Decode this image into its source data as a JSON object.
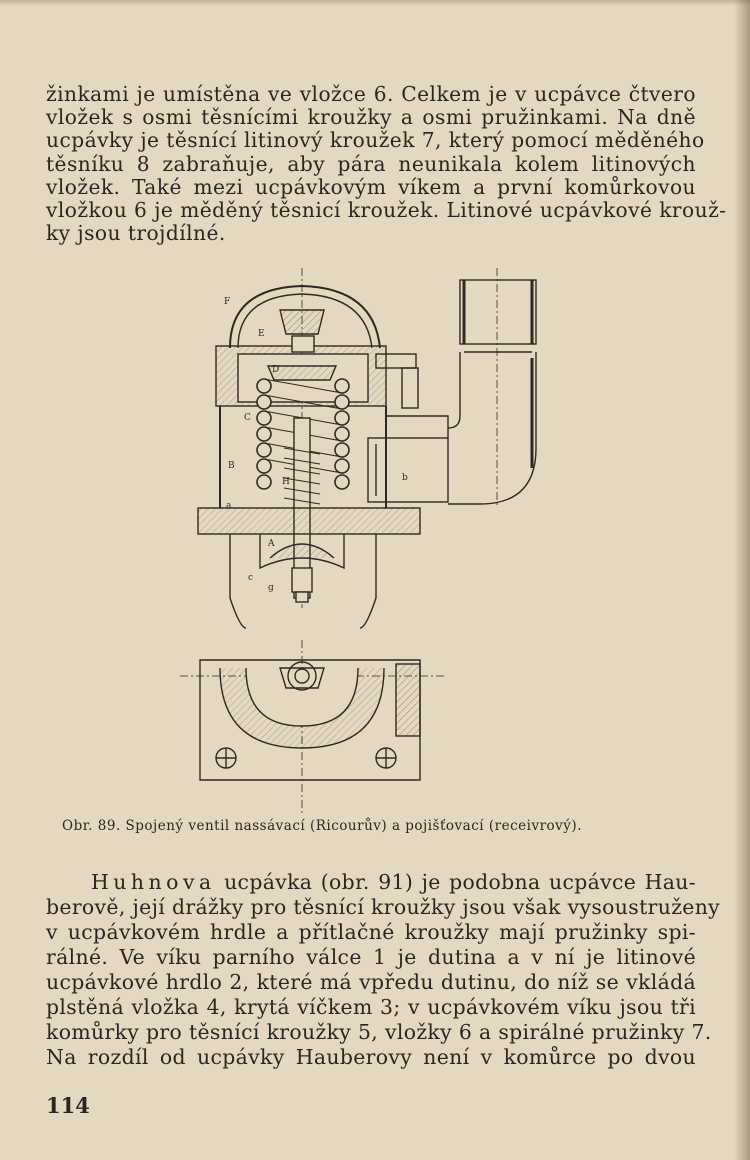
{
  "text_top": [
    "žinkami je umístěna ve vložce 6. Celkem je v ucpávce čtvero",
    "vložek s osmi těsnícími kroužky a osmi pružinkami. Na dně",
    "ucpávky je těsnící litinový kroužek 7, který pomocí měděného",
    "těsníku 8 zabraňuje, aby pára neunikala kolem litinových",
    "vložek. Také mezi ucpávkovým víkem a první komůrkovou",
    "vložkou 6 je měděný těsnicí kroužek. Litinové ucpávkové krouž-",
    "ky jsou trojdílné."
  ],
  "figure": {
    "labels": [
      "F",
      "E",
      "D",
      "C",
      "B",
      "a",
      "b",
      "H",
      "A",
      "c",
      "g"
    ]
  },
  "caption": "Obr. 89. Spojený ventil nassávací (Ricourův) a pojišťovací (receivrový).",
  "text_bottom_first_word": "Huhnova",
  "text_bottom_first_rest": " ucpávka (obr. 91) je podobna ucpávce Hau-",
  "text_bottom": [
    "berově, její drážky pro těsnící kroužky jsou však vysoustruženy",
    "v ucpávkovém hrdle a přítlačné kroužky mají pružinky spi-",
    "rálné. Ve víku parního válce 1 je dutina a v ní je litinové",
    "ucpávkové hrdlo 2, které má vpředu dutinu, do níž se vkládá",
    "plstěná vložka 4, krytá víčkem 3; v ucpávkovém víku jsou tři",
    "komůrky pro těsnící kroužky 5, vložky 6 a spirálné pružinky 7.",
    "Na rozdíl od ucpávky Hauberovy není v komůrce po dvou"
  ],
  "page_number": "114",
  "colors": {
    "paper": "#e4d8c0",
    "ink": "#2a2620"
  }
}
